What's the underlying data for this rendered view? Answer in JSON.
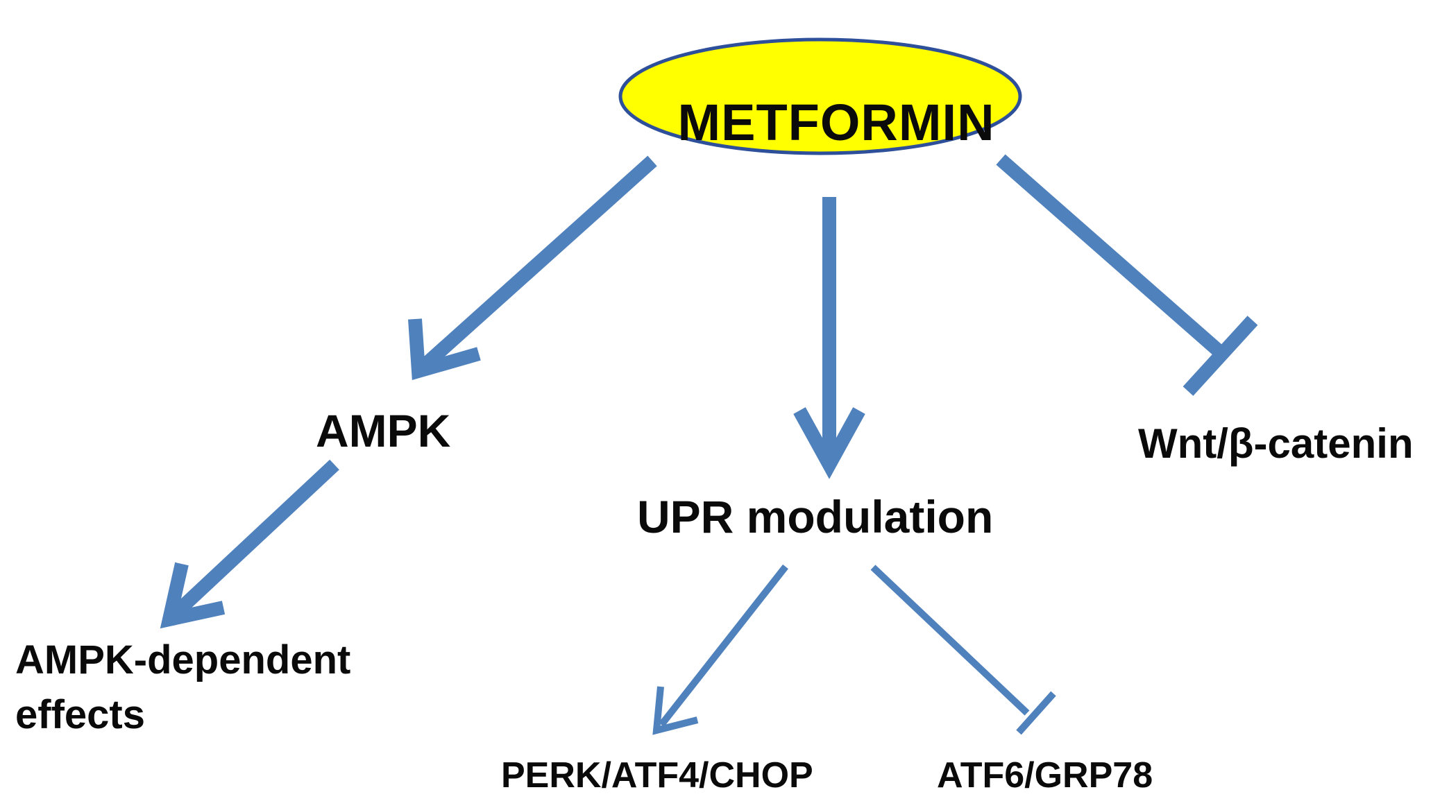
{
  "diagram": {
    "root": {
      "label": "METFORMIN",
      "fill": "#FFFF00",
      "stroke": "#2E4F9A"
    },
    "nodes": {
      "ampk": {
        "label": "AMPK"
      },
      "upr": {
        "label": "UPR modulation"
      },
      "wnt": {
        "label": "Wnt/β-catenin"
      },
      "ampk_effects": {
        "label": "AMPK-dependent effects"
      },
      "perk": {
        "label": "PERK/ATF4/CHOP"
      },
      "atf6": {
        "label": "ATF6/GRP78"
      }
    },
    "edges": [
      {
        "from": "METFORMIN",
        "to": "AMPK",
        "type": "activation"
      },
      {
        "from": "METFORMIN",
        "to": "UPR modulation",
        "type": "activation"
      },
      {
        "from": "METFORMIN",
        "to": "Wnt/β-catenin",
        "type": "inhibition"
      },
      {
        "from": "AMPK",
        "to": "AMPK-dependent effects",
        "type": "activation"
      },
      {
        "from": "UPR modulation",
        "to": "PERK/ATF4/CHOP",
        "type": "activation"
      },
      {
        "from": "UPR modulation",
        "to": "ATF6/GRP78",
        "type": "inhibition"
      }
    ],
    "edge_color": "#4F81BD"
  }
}
